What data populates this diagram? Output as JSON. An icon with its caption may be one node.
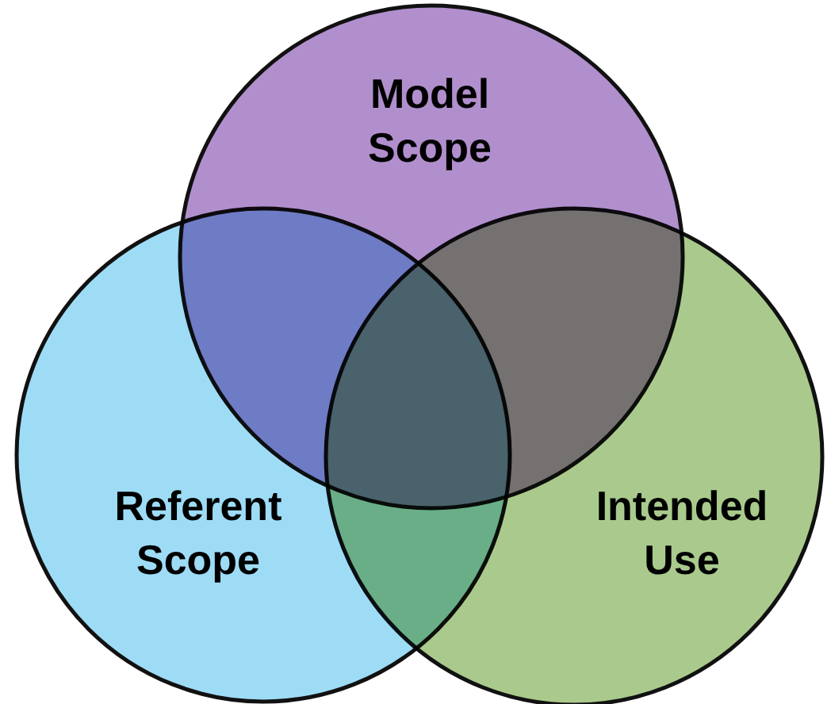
{
  "diagram": {
    "nodes": [
      {
        "text": [
          "Model Scope"
        ]
      },
      {
        "text": [
          "Referent Scope"
        ]
      },
      {
        "text": [
          "Intended Use"
        ]
      }
    ]
  }
}
